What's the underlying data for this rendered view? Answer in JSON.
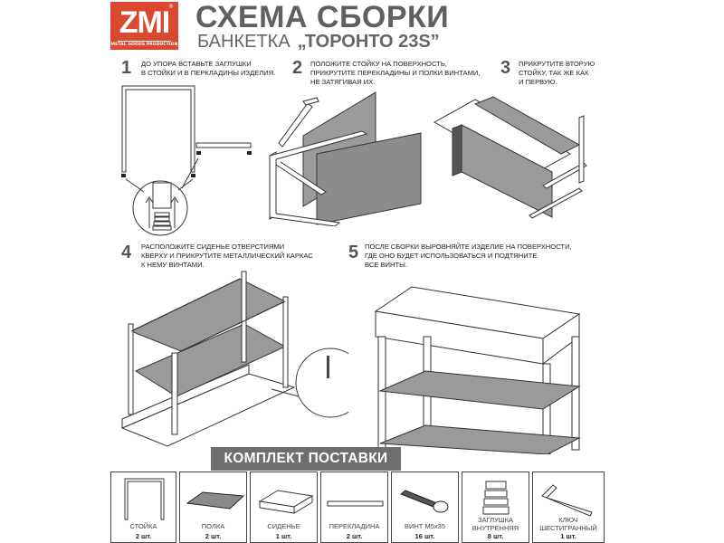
{
  "header": {
    "logo": {
      "mark": "ZMI",
      "registered": "®",
      "tagline": "METAL GOODS PRODUCTION",
      "bg_color": "#d9482f"
    },
    "title": "СХЕМА СБОРКИ",
    "product_type": "БАНКЕТКА",
    "model_name": "„ТОРОНТО 23S”"
  },
  "steps": [
    {
      "number": "1",
      "lines": [
        "ДО УПОРА ВСТАВЬТЕ ЗАГЛУШКИ",
        "В СТОЙКИ И В ПЕРКЛАДИНЫ ИЗДЕЛИЯ."
      ]
    },
    {
      "number": "2",
      "lines": [
        "ПОЛОЖИТЕ СТОЙКУ НА ПОВЕРХНОСТЬ,",
        "ПРИКРУТИТЕ ПЕРЕКЛАДИНЫ И ПОЛКИ ВИНТАМИ,",
        "НЕ ЗАТЯГИВАЯ ИХ."
      ]
    },
    {
      "number": "3",
      "lines": [
        "ПРИКРУТИТЕ ВТОРУЮ",
        "СТОЙКУ, ТАК ЖЕ КАК",
        "И ПЕРВУЮ."
      ]
    },
    {
      "number": "4",
      "lines": [
        "РАСПОЛОЖИТЕ СИДЕНЬЕ ОТВЕРСТИЯМИ",
        "КВЕРХУ И ПРИКРУТИТЕ МЕТАЛЛИЧЕСКИЙ КАРКАС",
        "К НЕМУ ВИНТАМИ."
      ]
    },
    {
      "number": "5",
      "lines": [
        "ПОСЛЕ СБОРКИ ВЫРОВНЯЙТЕ ИЗДЕЛИЕ НА ПОВЕРХНОСТИ,",
        "ГДЕ ОНО БУДЕТ ИСПОЛЬЗОВАТЬСЯ И ПОДТЯНИТЕ",
        "ВСЕ ВИНТЫ."
      ]
    }
  ],
  "kit": {
    "title": "КОМПЛЕКТ ПОСТАВКИ",
    "banner_color": "#6e6e6e",
    "items": [
      {
        "icon": "frame-post-icon",
        "name": "СТОЙКА",
        "qty": "2 шт."
      },
      {
        "icon": "shelf-icon",
        "name": "ПОЛКА",
        "qty": "2 шт."
      },
      {
        "icon": "seat-icon",
        "name": "СИДЕНЬЕ",
        "qty": "1 шт."
      },
      {
        "icon": "crossbar-icon",
        "name": "ПЕРЕКЛАДИНА",
        "qty": "2 шт."
      },
      {
        "icon": "screw-icon",
        "name": "ВИНТ М5х35",
        "qty": "16 шт."
      },
      {
        "icon": "end-cap-icon",
        "name": "ЗАГЛУШКА\nВНУТРЕННЯЯ",
        "name_lines": [
          "ЗАГЛУШКА",
          "ВНУТРЕННЯЯ"
        ],
        "qty": "8 шт."
      },
      {
        "icon": "hex-key-icon",
        "name": "КЛЮЧ\nШЕСТИГРАННЫЙ",
        "name_lines": [
          "КЛЮЧ",
          "ШЕСТИГРАННЫЙ"
        ],
        "qty": "1 шт."
      }
    ]
  }
}
